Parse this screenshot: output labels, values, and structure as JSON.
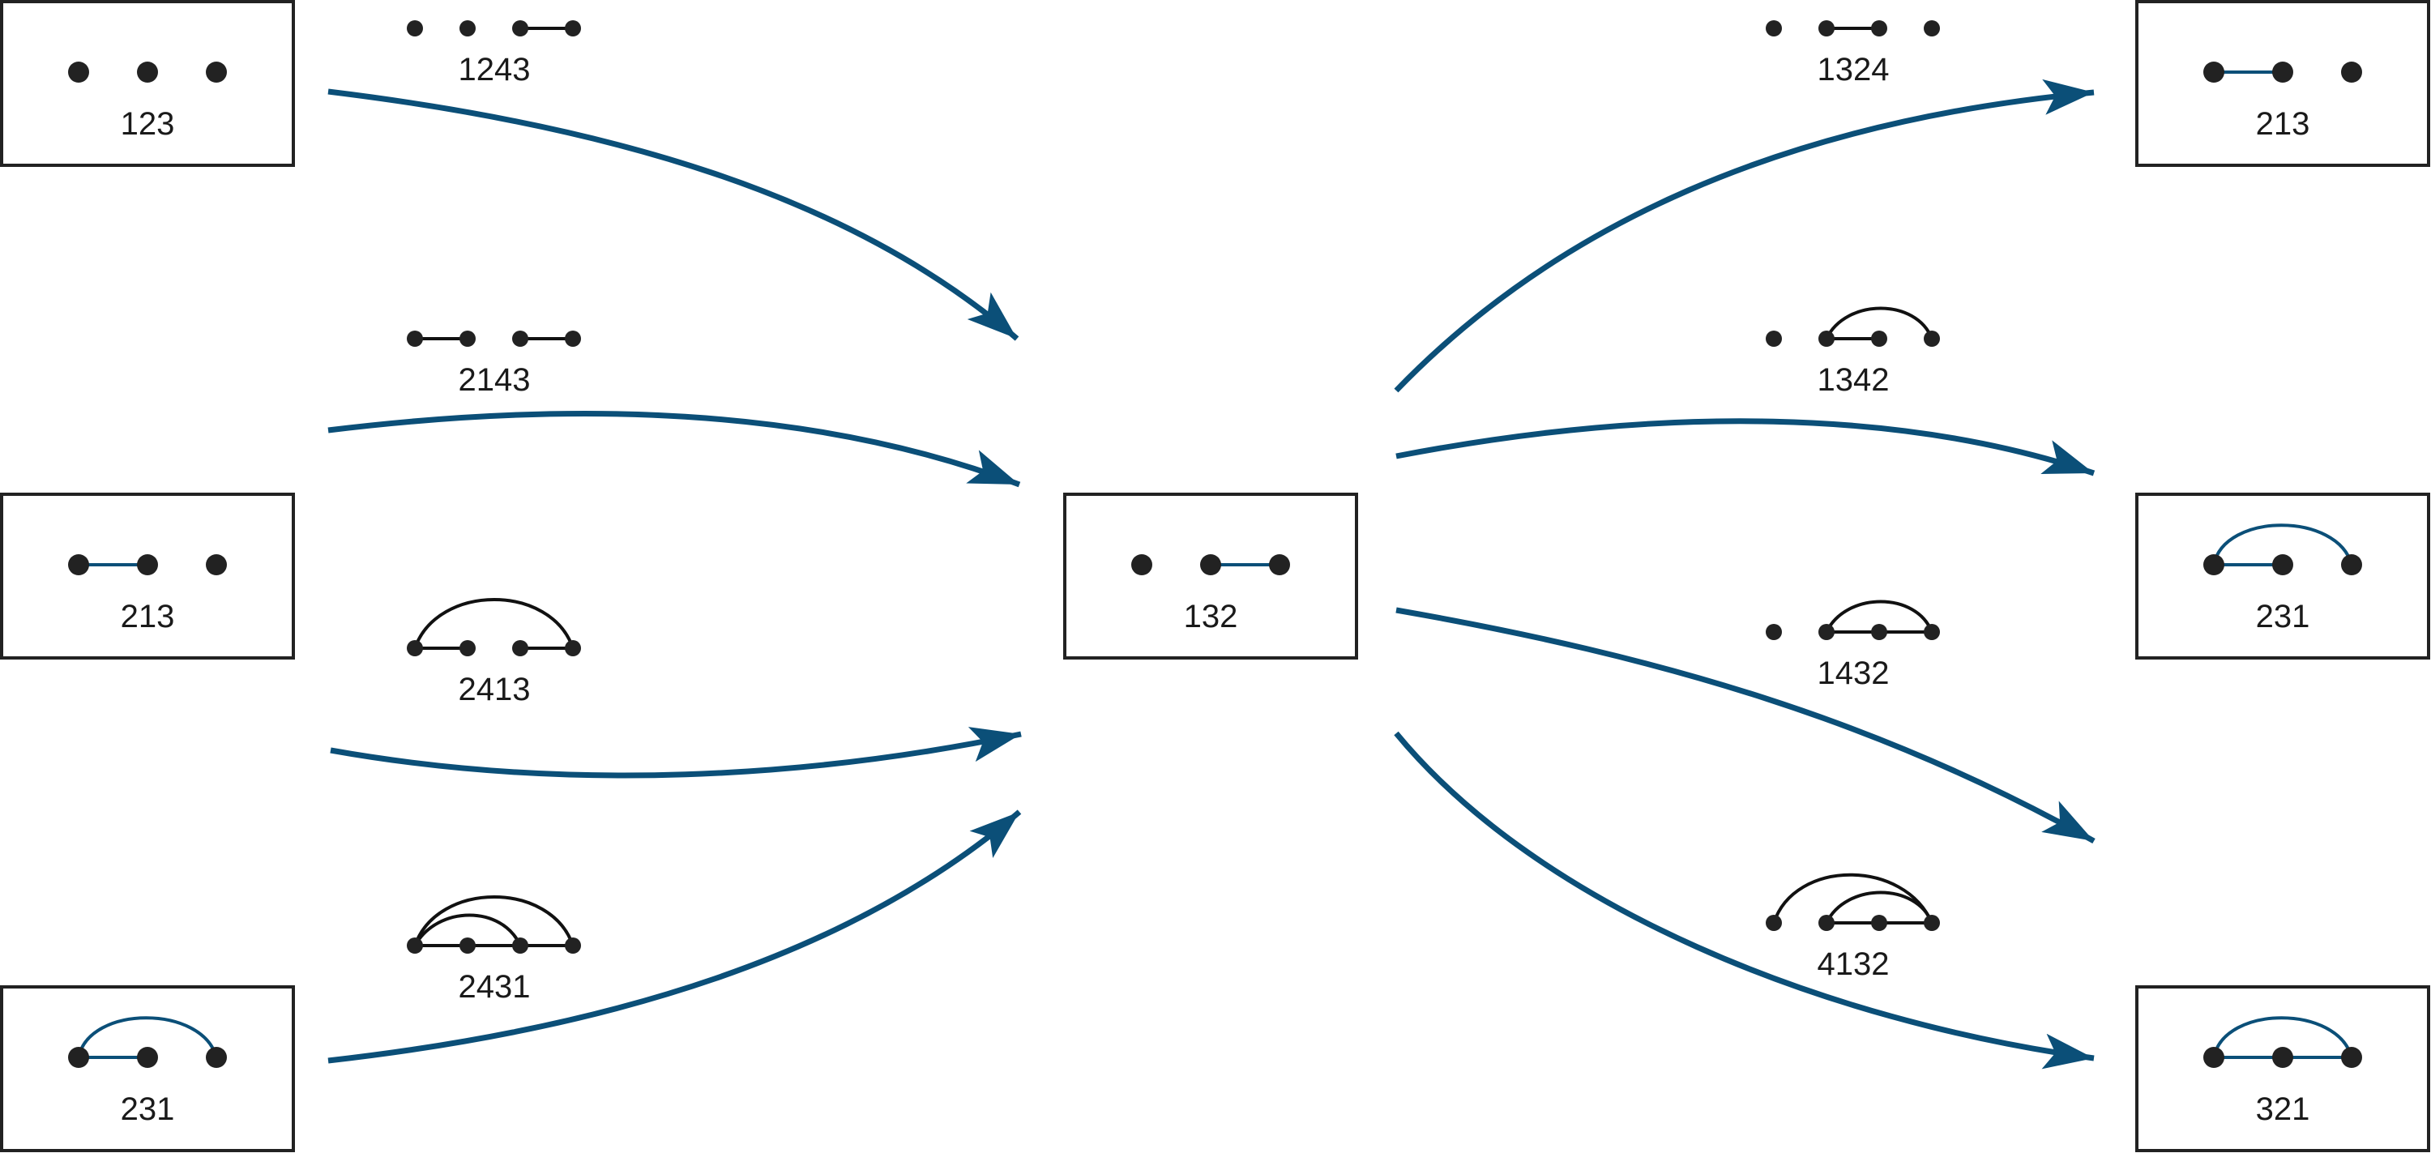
{
  "colors": {
    "arrow": "#0b4f78",
    "box_edge": "#0b4f78",
    "perm_edge": "#111111",
    "dot": "#222222"
  },
  "boxes": {
    "left_top": {
      "label": "123"
    },
    "left_mid": {
      "label": "213"
    },
    "left_bottom": {
      "label": "231"
    },
    "center": {
      "label": "132"
    },
    "right_top": {
      "label": "213"
    },
    "right_mid": {
      "label": "231"
    },
    "right_bottom": {
      "label": "321"
    }
  },
  "permutations": {
    "p1243": {
      "label": "1243"
    },
    "p2143": {
      "label": "2143"
    },
    "p2413": {
      "label": "2413"
    },
    "p2431": {
      "label": "2431"
    },
    "p1324": {
      "label": "1324"
    },
    "p1342": {
      "label": "1342"
    },
    "p1432": {
      "label": "1432"
    },
    "p4132": {
      "label": "4132"
    }
  }
}
